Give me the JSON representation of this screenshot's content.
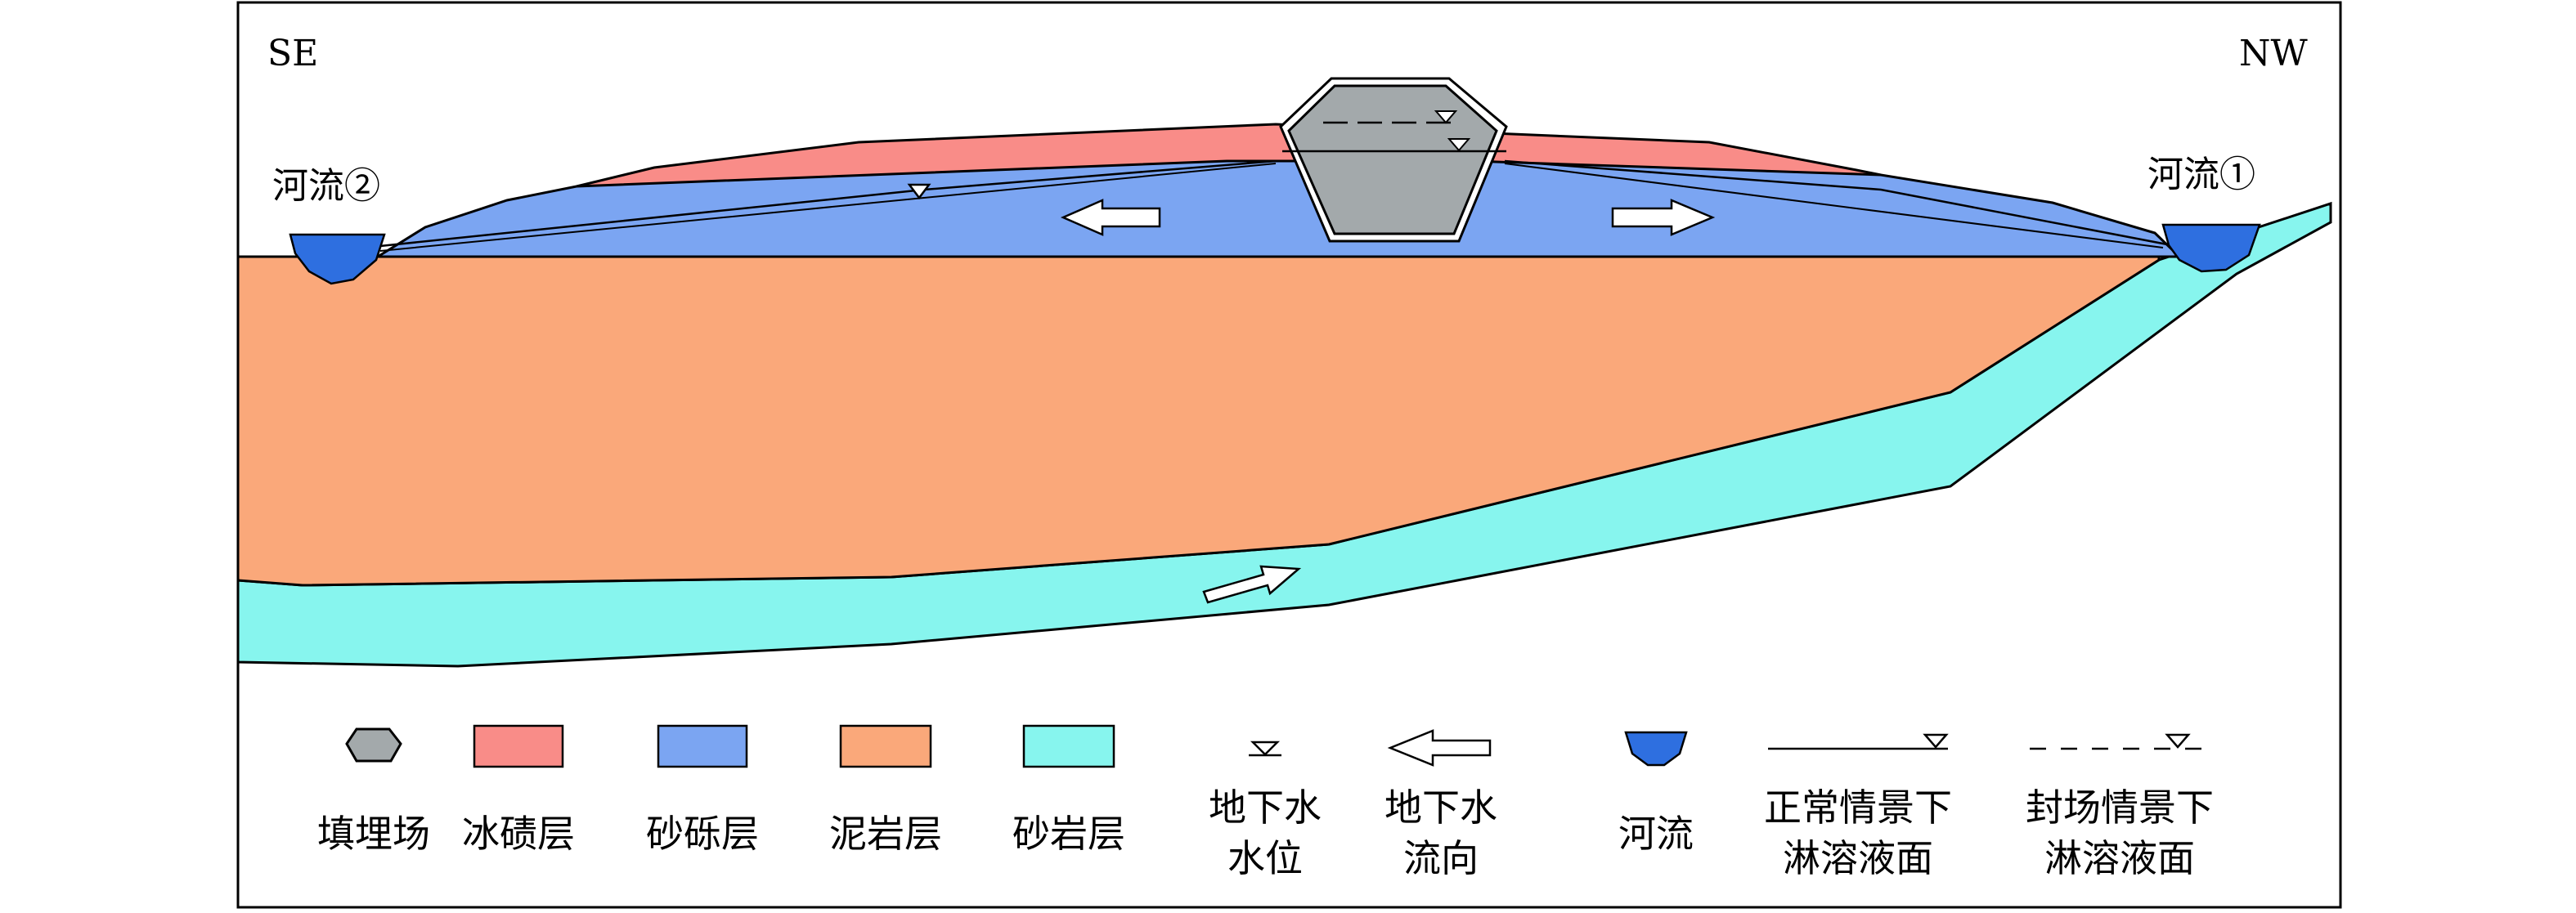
{
  "direction_left": "SE",
  "direction_right": "NW",
  "river_left_label": "河流②",
  "river_right_label": "河流①",
  "colors": {
    "moraine": "#F98C88",
    "gravel": "#7BA5F2",
    "mudstone": "#FAA87A",
    "sandstone": "#87F5EE",
    "landfill": "#A3A9AB",
    "river": "#2E6FE0"
  },
  "legend": [
    {
      "key": "landfill",
      "symbol": "landfill-icon",
      "lines": [
        "填埋场"
      ]
    },
    {
      "key": "moraine",
      "symbol": "swatch",
      "lines": [
        "冰碛层"
      ]
    },
    {
      "key": "gravel",
      "symbol": "swatch",
      "lines": [
        "砂砾层"
      ]
    },
    {
      "key": "mudstone",
      "symbol": "swatch",
      "lines": [
        "泥岩层"
      ]
    },
    {
      "key": "sandstone",
      "symbol": "swatch",
      "lines": [
        "砂岩层"
      ]
    },
    {
      "key": "water_level",
      "symbol": "water-level-icon",
      "lines": [
        "地下水",
        "水位"
      ]
    },
    {
      "key": "flow_dir",
      "symbol": "flow-arrow-icon",
      "lines": [
        "地下水",
        "流向"
      ]
    },
    {
      "key": "river",
      "symbol": "river-icon",
      "lines": [
        "河流"
      ]
    },
    {
      "key": "normal_leachate",
      "symbol": "solid-line-icon",
      "lines": [
        "正常情景下",
        "淋溶液面"
      ]
    },
    {
      "key": "closure_leachate",
      "symbol": "dashed-line-icon",
      "lines": [
        "封场情景下",
        "淋溶液面"
      ]
    }
  ]
}
